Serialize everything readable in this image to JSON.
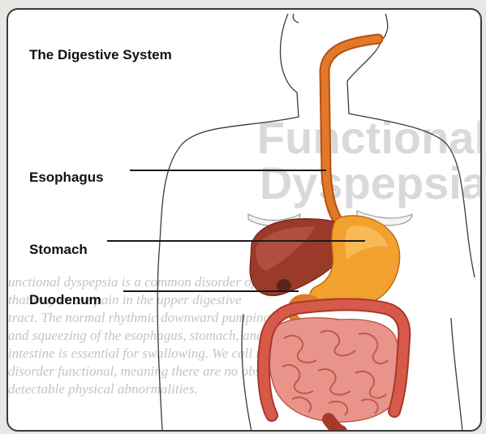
{
  "diagram": {
    "title": "The Digestive System",
    "labels": {
      "esophagus": "Esophagus",
      "stomach": "Stomach",
      "duodenum": "Duodenum"
    }
  },
  "background_text": {
    "watermark": "Functional\nDyspepsia",
    "paragraph_lines": [
      "unctional dyspepsia is a common disorder of function",
      "that may cause pain in the upper digestive",
      "tract. The normal rhythmic downward pumping",
      "and squeezing of the esophagus, stomach, and small",
      "intestine is essential for swallowing. We call this",
      "disorder functional, meaning there are no observable or",
      "detectable physical abnormalities."
    ]
  },
  "colors": {
    "esophagus": "#e07a2a",
    "stomach": "#f2a02e",
    "liver": "#9b3a2a",
    "intestine": "#d65a4a",
    "outline": "#3a3a3a"
  }
}
